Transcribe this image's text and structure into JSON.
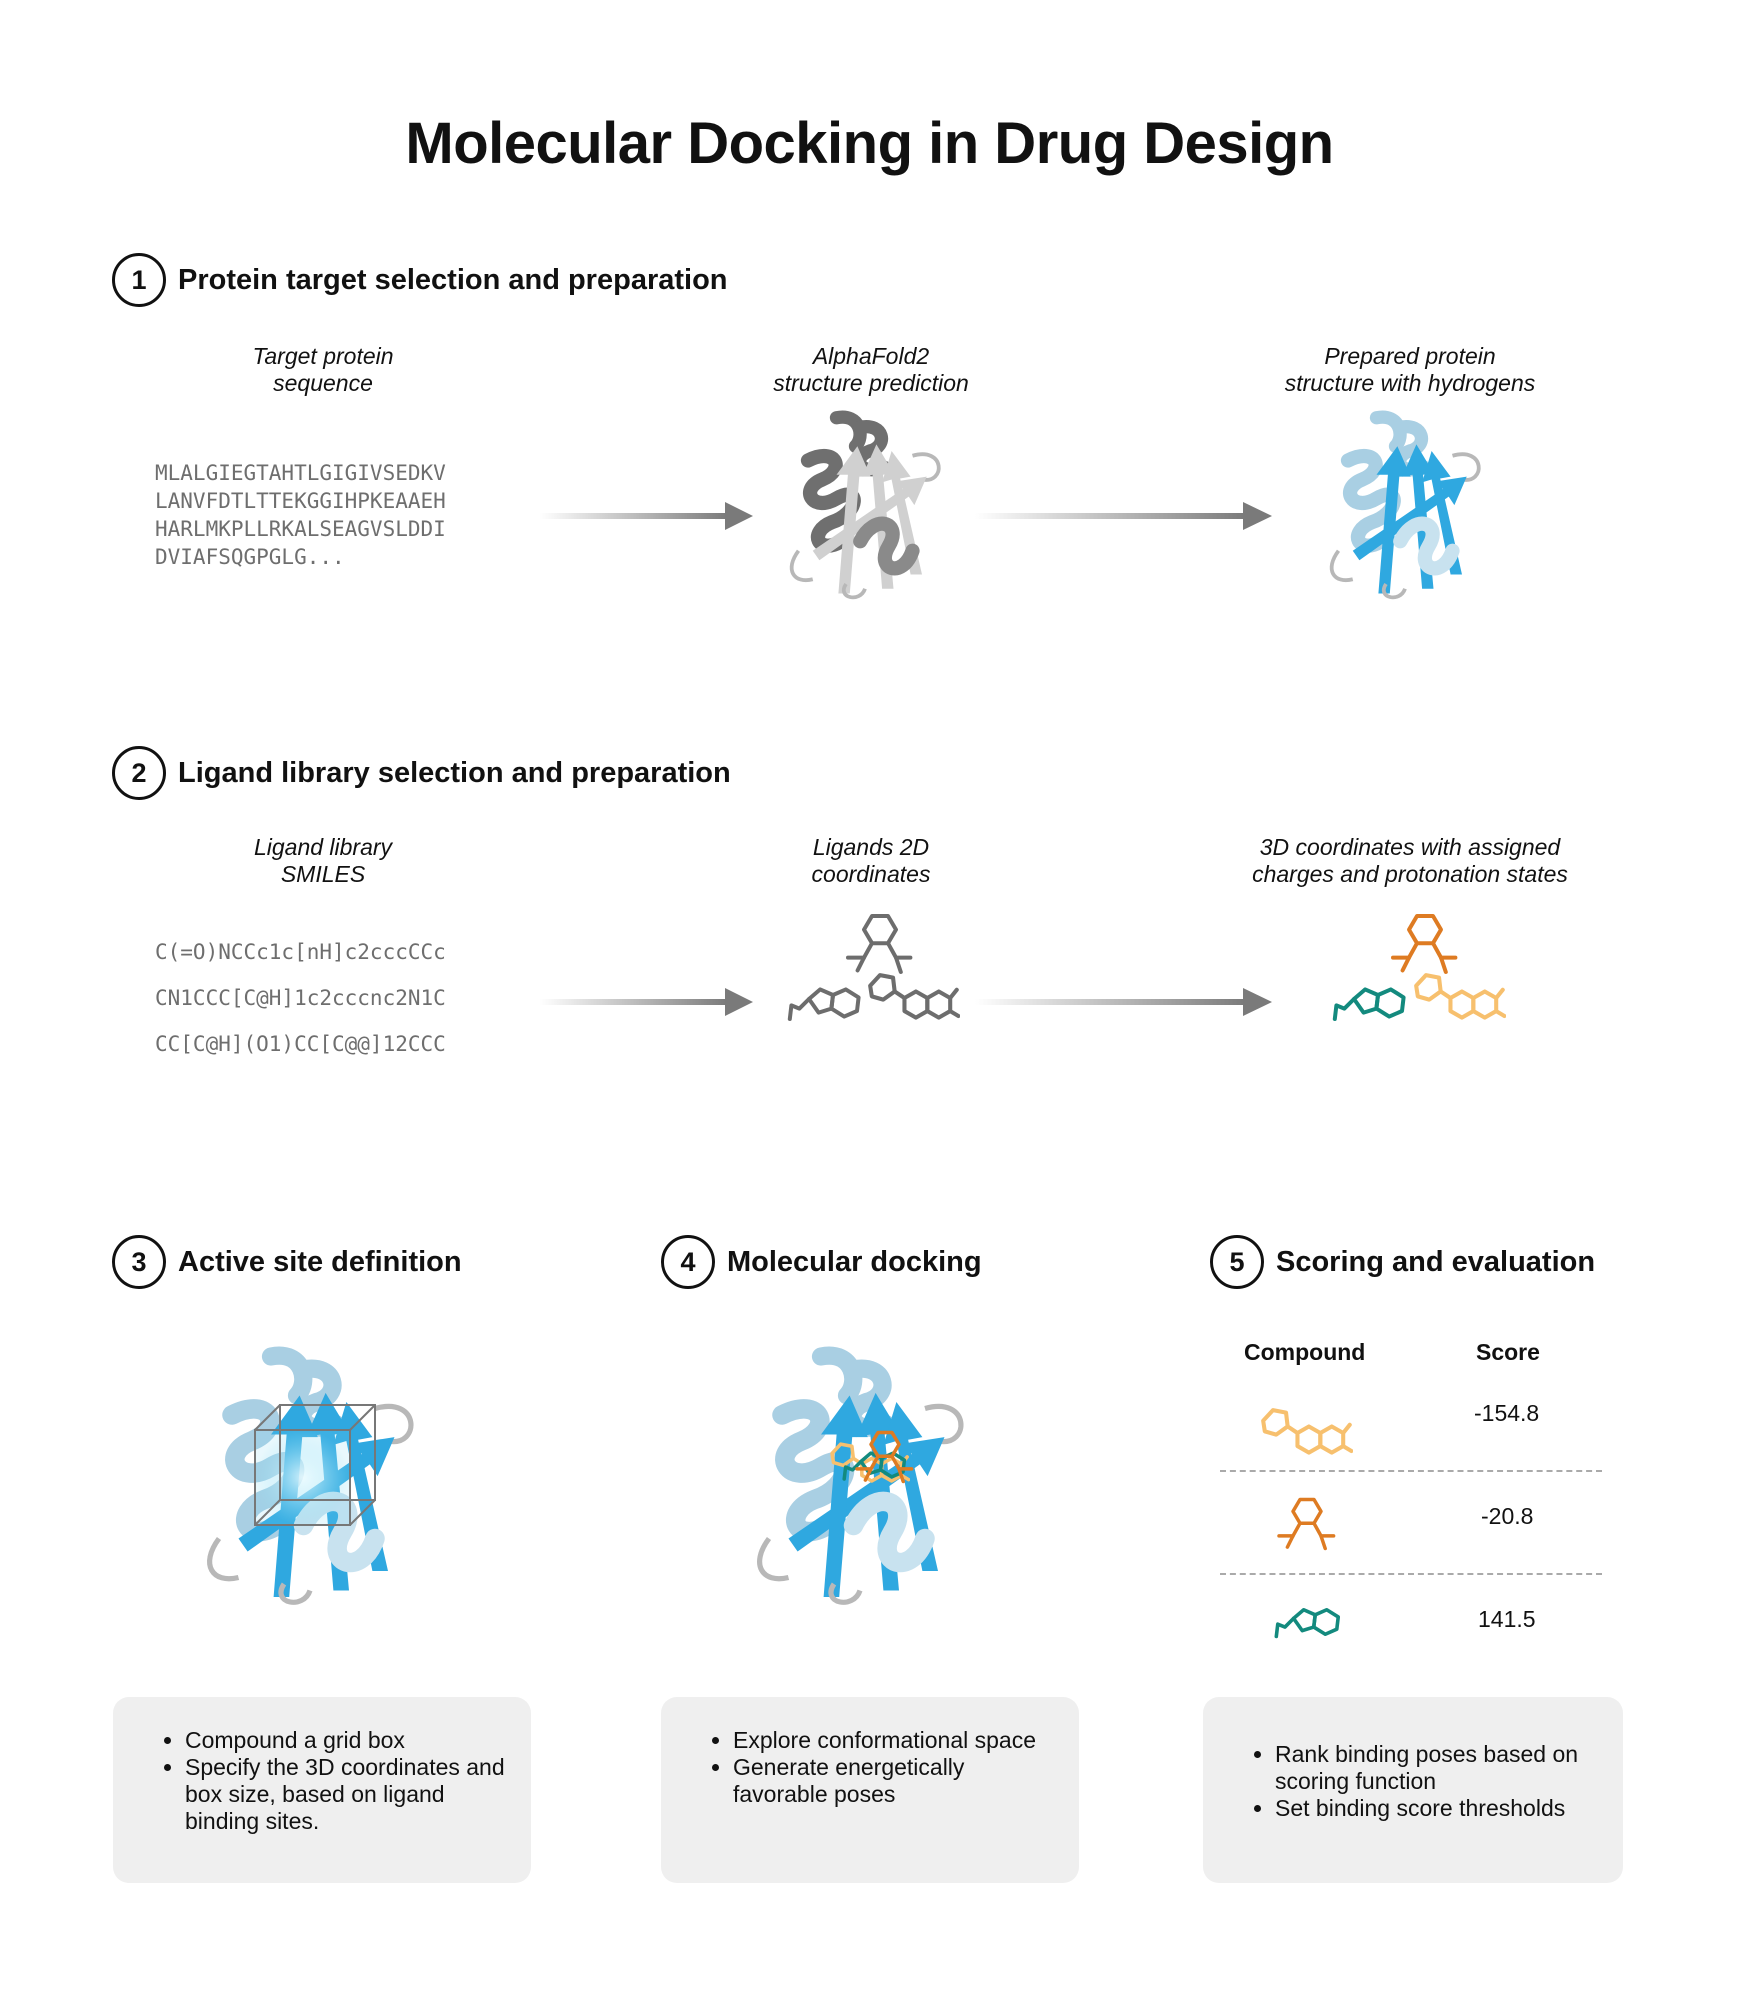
{
  "title": "Molecular Docking in Drug Design",
  "sections": [
    {
      "number": "1",
      "title": "Protein target selection and preparation"
    },
    {
      "number": "2",
      "title": "Ligand library selection and preparation"
    },
    {
      "number": "3",
      "title": "Active site definition"
    },
    {
      "number": "4",
      "title": "Molecular docking"
    },
    {
      "number": "5",
      "title": "Scoring and evaluation"
    }
  ],
  "step1": {
    "captions": [
      "Target protein\nsequence",
      "AlphaFold2\nstructure prediction",
      "Prepared protein\nstructure with hydrogens"
    ],
    "sequence": "MLALGIEGTAHTLGIGIVSEDKV\nLANVFDTLTTEKGGIHPKEAAEH\nHARLMKPLLRKALSEAGVSLDDI\nDVIAFSQGPGLG..."
  },
  "step2": {
    "captions": [
      "Ligand library\nSMILES",
      "Ligands 2D\ncoordinates",
      "3D coordinates with assigned\ncharges and protonation states"
    ],
    "smiles": [
      "C(=O)NCCc1c[nH]c2cccCCc",
      "CN1CCC[C@H]1c2cccnc2N1C",
      "CC[C@H](O1)CC[C@@]12CCC"
    ]
  },
  "step5": {
    "col_compound": "Compound",
    "col_score": "Score",
    "rows": [
      {
        "score": "-154.8",
        "color": "#f7c06e"
      },
      {
        "score": "-20.8",
        "color": "#de7b22"
      },
      {
        "score": "141.5",
        "color": "#138a7e"
      }
    ]
  },
  "panels": {
    "site": [
      "Compound a grid box",
      "Specify the 3D coordinates and box size, based on ligand binding sites."
    ],
    "docking": [
      "Explore conformational space",
      "Generate energetically favorable poses"
    ],
    "scoring": [
      "Rank binding poses based on scoring function",
      "Set binding score thresholds"
    ]
  },
  "colors": {
    "protein_gray": "#6d6d6d",
    "protein_blue": "#2fa8e0",
    "helix_blue": "#a9cfe3",
    "ligand_light_orange": "#f7c06e",
    "ligand_orange": "#de7b22",
    "ligand_teal": "#138a7e",
    "panel_bg": "#efefef"
  }
}
